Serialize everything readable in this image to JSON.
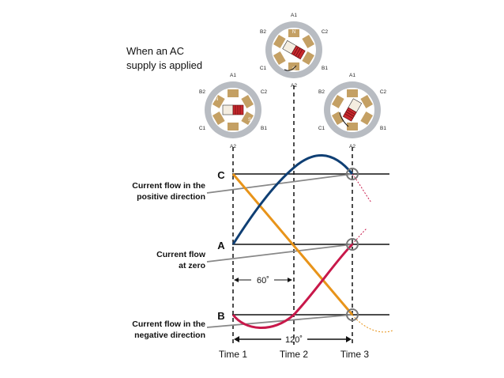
{
  "caption": {
    "line1": "When an AC",
    "line2": "supply is applied"
  },
  "notes": {
    "positive": {
      "line1": "Current flow in the",
      "line2": "positive direction"
    },
    "zero": {
      "line1": "Current flow",
      "line2": "at zero"
    },
    "negative": {
      "line1": "Current flow in the",
      "line2": "negative direction"
    }
  },
  "phases": {
    "c": "C",
    "a": "A",
    "b": "B"
  },
  "times": {
    "t1": "Time 1",
    "t2": "Time 2",
    "t3": "Time 3"
  },
  "angles": {
    "small": "60˚",
    "large": "120˚"
  },
  "pole_labels": {
    "a1": "A1",
    "a2": "A2",
    "b1": "B1",
    "b2": "B2",
    "c1": "C1",
    "c2": "C2",
    "n": "N",
    "s": "S"
  },
  "colors": {
    "phase_a": "#c8184a",
    "phase_b": "#e8941a",
    "phase_c": "#0f3f74",
    "frame": "#b8bcc2",
    "pole": "#c4a064",
    "rotor": "#c8282e",
    "guide": "#888888"
  }
}
